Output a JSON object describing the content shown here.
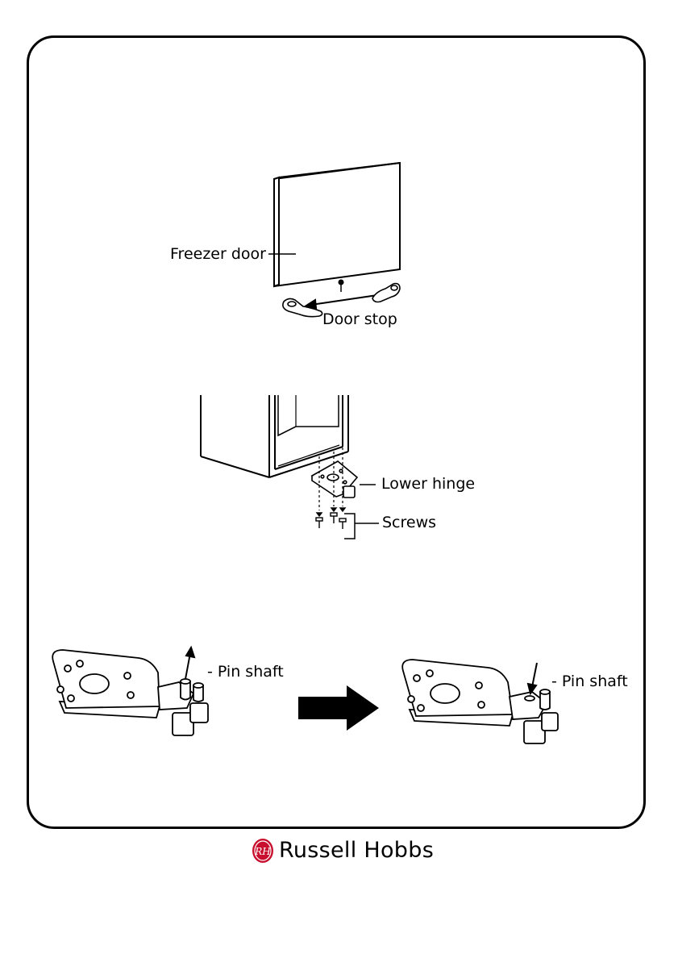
{
  "figure1": {
    "freezer_door_label": "Freezer door",
    "door_stop_label": "Door stop"
  },
  "figure2": {
    "lower_hinge_label": "Lower hinge",
    "screws_label": "Screws"
  },
  "figure3": {
    "pin_shaft_left_label": "- Pin shaft",
    "pin_shaft_right_label": "- Pin shaft"
  },
  "brand": {
    "name": "Russell Hobbs",
    "logo_icon": "rh-rose-logo",
    "logo_color": "#c8102e"
  }
}
